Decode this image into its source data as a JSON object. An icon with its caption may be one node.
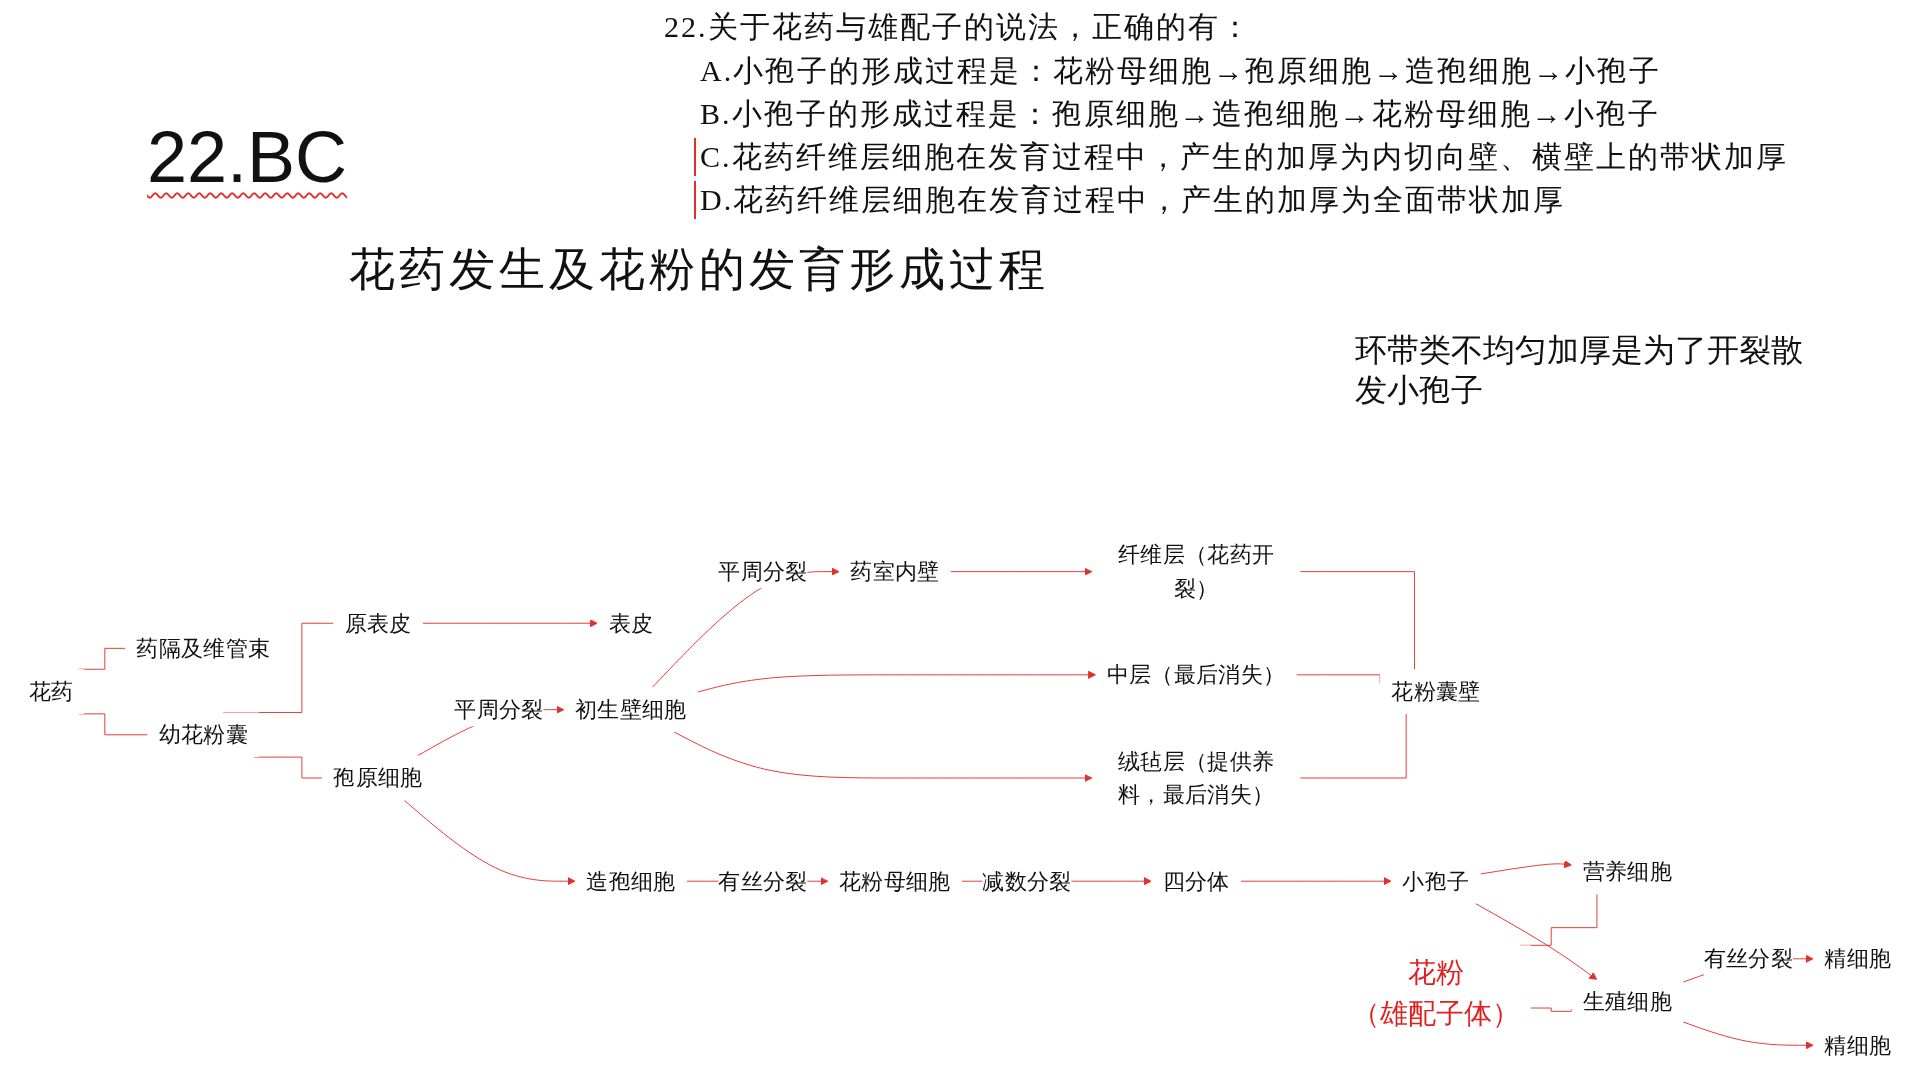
{
  "diagram": {
    "title": "花药发生及花粉的发育形成过程",
    "nodes": [
      {
        "text": [
          "花药"
        ]
      },
      {
        "text": [
          "药隔及维管束"
        ]
      },
      {
        "text": [
          "幼花粉囊"
        ]
      },
      {
        "text": [
          "原表皮"
        ]
      },
      {
        "text": [
          "表皮"
        ]
      },
      {
        "text": [
          "孢原细胞"
        ]
      },
      {
        "text": [
          "初生壁细胞"
        ]
      },
      {
        "text": [
          "药室内壁"
        ]
      },
      {
        "text": [
          "纤维层（花药开裂）"
        ]
      },
      {
        "text": [
          "中层（最后消失）"
        ]
      },
      {
        "text": [
          "绒毡层（提供养料，最后消失）"
        ]
      },
      {
        "text": [
          "花粉囊壁"
        ]
      },
      {
        "text": [
          "造孢细胞"
        ]
      },
      {
        "text": [
          "花粉母细胞"
        ]
      },
      {
        "text": [
          "四分体"
        ]
      },
      {
        "text": [
          "小孢子"
        ]
      },
      {
        "text": [
          "营养细胞"
        ]
      },
      {
        "text": [
          "花粉",
          "（雄配子体）"
        ]
      },
      {
        "text": [
          "精细胞"
        ]
      },
      {
        "text": [
          "生殖细胞"
        ]
      },
      {
        "text": [
          "精细胞"
        ]
      }
    ],
    "edges": [
      {
        "from": 0,
        "to": 1,
        "arrow": "none"
      },
      {
        "from": 0,
        "to": 2,
        "arrow": "none"
      },
      {
        "from": 2,
        "to": 3,
        "arrow": "none"
      },
      {
        "from": 2,
        "to": 5,
        "arrow": "none"
      },
      {
        "from": 3,
        "to": 4,
        "arrow": "to"
      },
      {
        "from": 5,
        "to": 6,
        "arrow": "to",
        "label": "平周分裂"
      },
      {
        "from": 5,
        "to": 12,
        "arrow": "to"
      },
      {
        "from": 6,
        "to": 7,
        "arrow": "to",
        "label": "平周分裂"
      },
      {
        "from": 6,
        "to": 9,
        "arrow": "to"
      },
      {
        "from": 6,
        "to": 10,
        "arrow": "to"
      },
      {
        "from": 7,
        "to": 8,
        "arrow": "to"
      },
      {
        "from": 8,
        "to": 11,
        "arrow": "none"
      },
      {
        "from": 9,
        "to": 11,
        "arrow": "none"
      },
      {
        "from": 10,
        "to": 11,
        "arrow": "none"
      },
      {
        "from": 12,
        "to": 13,
        "arrow": "to",
        "label": "有丝分裂"
      },
      {
        "from": 13,
        "to": 14,
        "arrow": "to",
        "label": "减数分裂"
      },
      {
        "from": 14,
        "to": 15,
        "arrow": "to"
      },
      {
        "from": 15,
        "to": 16,
        "arrow": "to"
      },
      {
        "from": 15,
        "to": 19,
        "arrow": "to"
      },
      {
        "from": 19,
        "to": 18,
        "arrow": "to",
        "label": "有丝分裂"
      },
      {
        "from": 19,
        "to": 20,
        "arrow": "to"
      },
      {
        "from": 17,
        "to": 16,
        "arrow": "none"
      },
      {
        "from": 17,
        "to": 19,
        "arrow": "none"
      }
    ],
    "labels": [
      "22.关于花药与雄配子的说法，正确的有：",
      "A.小孢子的形成过程是：花粉母细胞→孢原细胞→造孢细胞→小孢子",
      "B.小孢子的形成过程是：孢原细胞→造孢细胞→花粉母细胞→小孢子",
      "C.花药纤维层细胞在发育过程中，产生的加厚为内切向壁、横壁上的带状加厚",
      "D.花药纤维层细胞在发育过程中，产生的加厚为全面带状加厚",
      "22.BC",
      "环带类不均匀加厚是为了开裂散发小孢子"
    ]
  }
}
